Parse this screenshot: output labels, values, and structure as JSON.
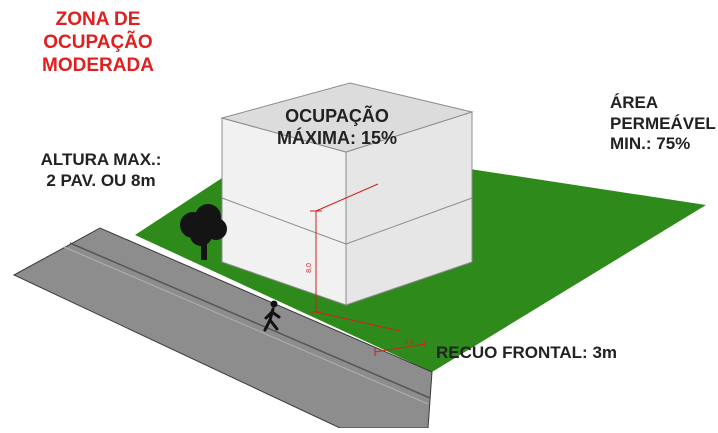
{
  "colors": {
    "title": "#e02020",
    "text": "#222222",
    "lawn": "#2f8a1c",
    "road": "#8a8a8a",
    "building_top": "#dcdcdc",
    "building_front": "#f1f1f1",
    "building_side": "#e6e6e6",
    "dimension": "#d02020"
  },
  "icons": [
    "tree-icon",
    "pedestrian-icon"
  ],
  "labels": {
    "zone_title": "ZONA DE\nOCUPAÇÃO\nMODERADA",
    "height": "ALTURA MAX.:\n2 PAV. OU 8m",
    "occupation": "OCUPAÇÃO\nMÁXIMA: 15%",
    "permeable": "ÁREA\nPERMEÁVEL\nMIN.: 75%",
    "setback": "RECUO FRONTAL: 3m"
  },
  "dimensions": {
    "height_value": "8,0",
    "setback_value": "3,0"
  }
}
